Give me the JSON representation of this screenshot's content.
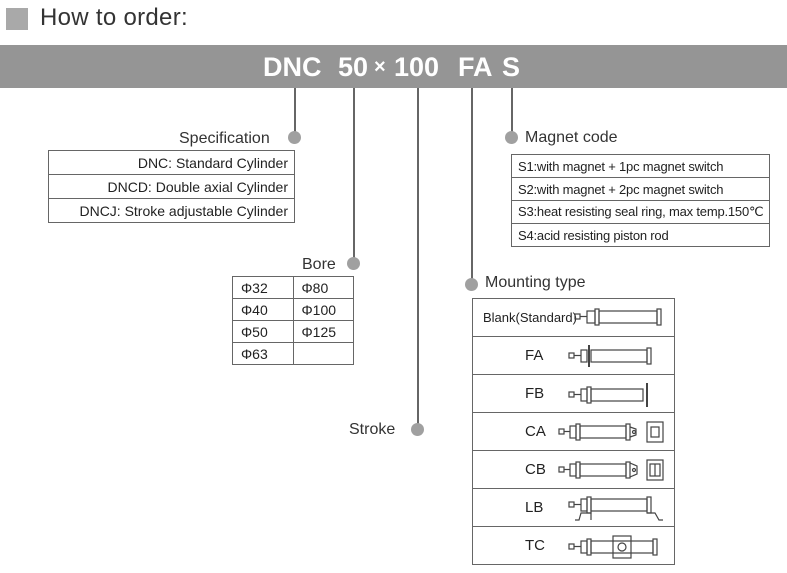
{
  "header": {
    "title": "How to order:"
  },
  "code": {
    "model": "DNC",
    "bore": "50",
    "times": "×",
    "stroke": "100",
    "mount": "FA",
    "magnet": "S"
  },
  "specification": {
    "label": "Specification",
    "rows": [
      "DNC: Standard Cylinder",
      "DNCD: Double axial Cylinder",
      "DNCJ: Stroke adjustable Cylinder"
    ]
  },
  "bore": {
    "label": "Bore",
    "rows": [
      [
        "Φ32",
        "Φ80"
      ],
      [
        "Φ40",
        "Φ100"
      ],
      [
        "Φ50",
        "Φ125"
      ],
      [
        "Φ63",
        ""
      ]
    ]
  },
  "stroke": {
    "label": "Stroke"
  },
  "magnet_code": {
    "label": "Magnet code",
    "rows": [
      "S1:with magnet + 1pc magnet switch",
      "S2:with magnet + 2pc magnet switch",
      "S3:heat resisting seal ring, max temp.150℃",
      "S4:acid resisting piston rod"
    ]
  },
  "mounting_type": {
    "label": "Mounting type",
    "rows": [
      {
        "name": "Blank(Standard)",
        "icon": "cylinder-standard-icon"
      },
      {
        "name": "FA",
        "icon": "cylinder-front-flange-icon"
      },
      {
        "name": "FB",
        "icon": "cylinder-rear-flange-icon"
      },
      {
        "name": "CA",
        "icon": "cylinder-single-clevis-icon"
      },
      {
        "name": "CB",
        "icon": "cylinder-double-clevis-icon"
      },
      {
        "name": "LB",
        "icon": "cylinder-foot-mount-icon"
      },
      {
        "name": "TC",
        "icon": "cylinder-trunnion-icon"
      }
    ]
  },
  "colors": {
    "bar": "#959595",
    "dot": "#a0a0a0",
    "lines": "#666666"
  }
}
